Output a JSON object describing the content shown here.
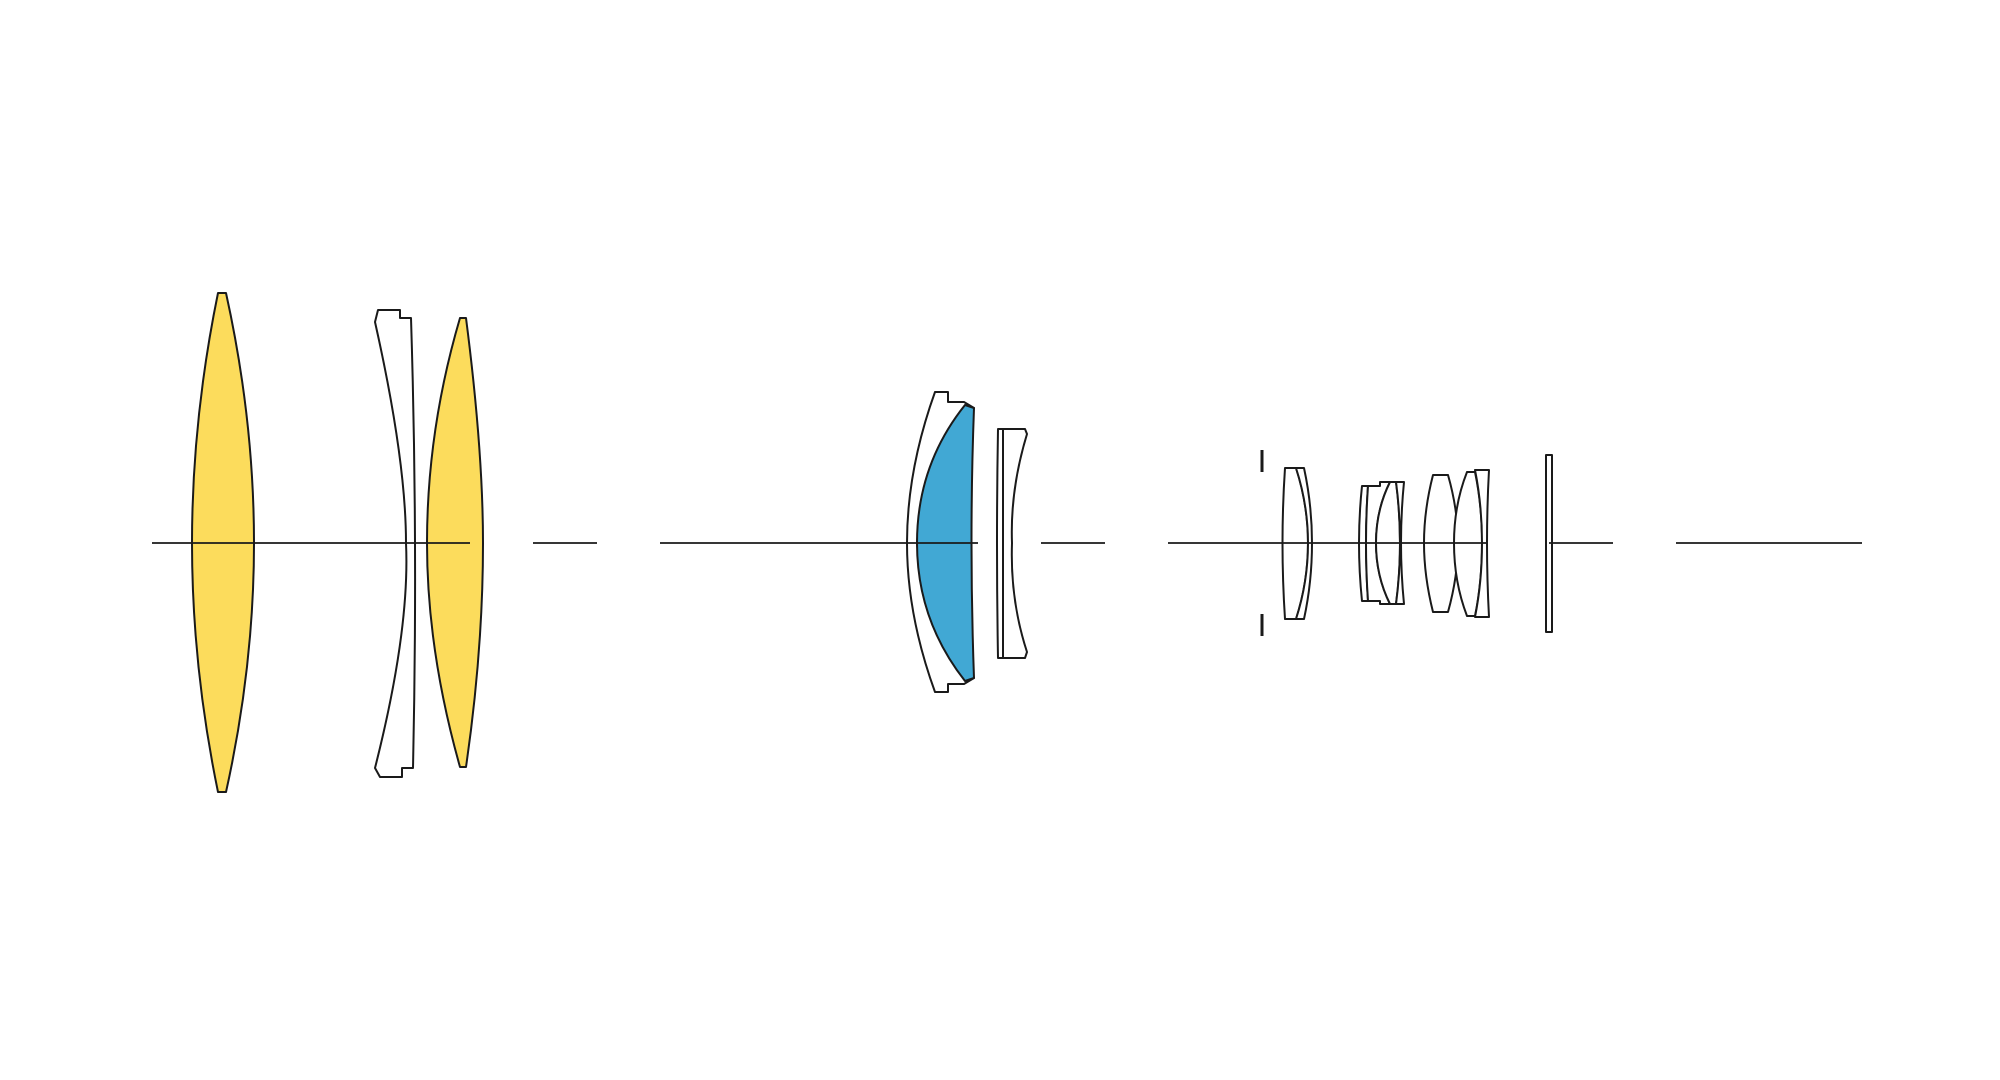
{
  "colors": {
    "background": "#ffffff",
    "outline": "#1a1a1a",
    "glass_standard": "#ffffff",
    "glass_special_yellow": "#fcdc5c",
    "glass_special_blue": "#41a8d4"
  },
  "diagram": {
    "type": "optical-lens-cross-section",
    "optical_axis": "dashed-horizontal",
    "groups": [
      {
        "name": "front-group",
        "elements": [
          "yellow-biconvex",
          "white-meniscus",
          "yellow-biconvex"
        ]
      },
      {
        "name": "middle-group",
        "elements": [
          "white-meniscus",
          "blue-meniscus",
          "white-meniscus"
        ]
      },
      {
        "name": "rear-group",
        "elements": [
          "aperture-stop",
          "white",
          "white",
          "white",
          "white",
          "white",
          "white",
          "white",
          "white",
          "filter-plate"
        ]
      }
    ]
  }
}
